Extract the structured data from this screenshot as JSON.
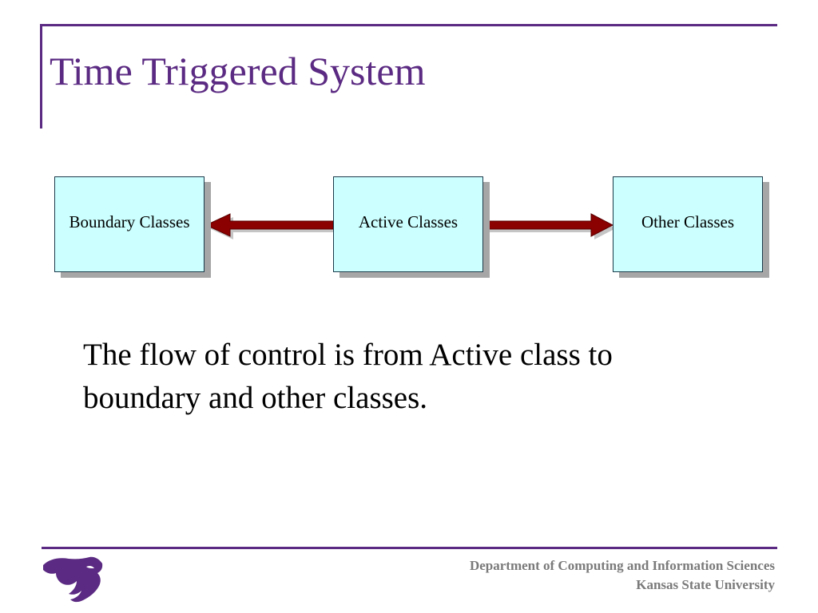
{
  "slide": {
    "title": "Time Triggered System",
    "body": "The flow of control is from Active class to boundary and other classes."
  },
  "diagram": {
    "nodes": [
      {
        "id": "boundary",
        "label": "Boundary Classes"
      },
      {
        "id": "active",
        "label": "Active Classes"
      },
      {
        "id": "other",
        "label": "Other Classes"
      }
    ],
    "edges": [
      {
        "from": "active",
        "to": "boundary"
      },
      {
        "from": "active",
        "to": "other"
      }
    ],
    "colors": {
      "box_fill": "#ccffff",
      "arrow": "#8b0000",
      "accent": "#5b2a82"
    }
  },
  "footer": {
    "department": "Department of Computing and Information Sciences",
    "university": "Kansas State University",
    "logo_icon": "wildcat-logo-icon"
  }
}
